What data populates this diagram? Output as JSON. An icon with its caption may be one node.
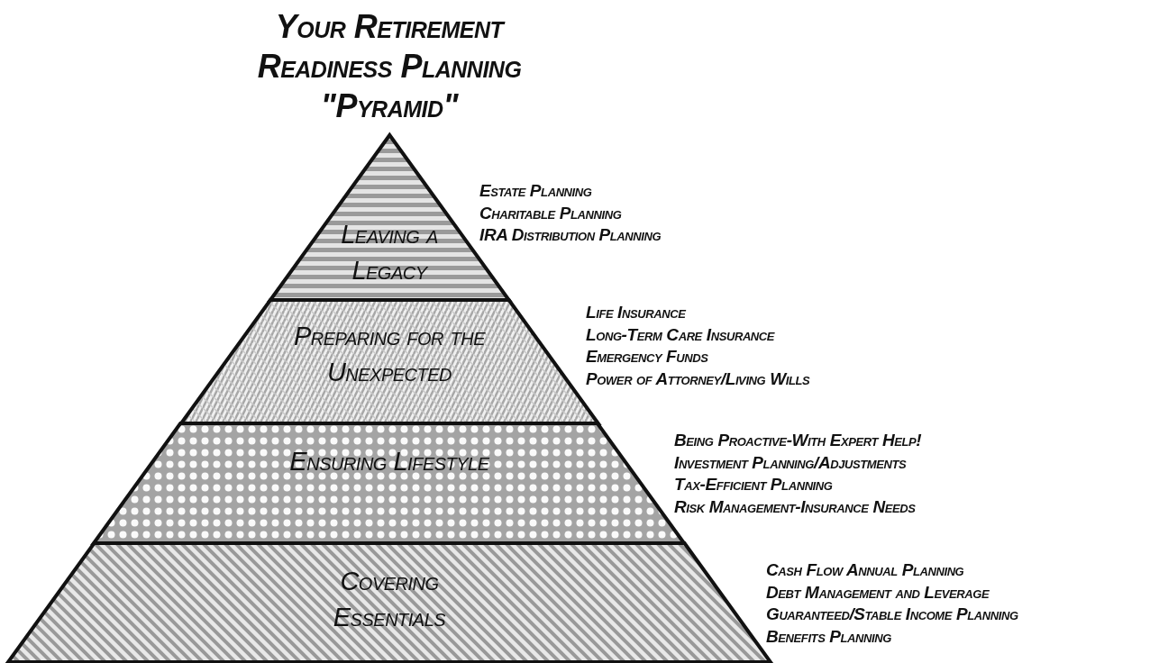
{
  "diagram": {
    "title": "Your Retirement Readiness Planning \"Pyramid\"",
    "nodes": [
      {
        "text": [
          "Leaving a Legacy"
        ],
        "beside": [
          "Estate Planning",
          "Charitable Planning",
          "IRA Distribution Planning"
        ]
      },
      {
        "text": [
          "Preparing for the Unexpected"
        ],
        "beside": [
          "Life Insurance",
          "Long-Term Care Insurance",
          "Emergency Funds",
          "Power of Attorney/Living Wills"
        ]
      },
      {
        "text": [
          "Ensuring Lifestyle"
        ],
        "beside": [
          "Being Proactive-With Expert Help!",
          "Investment Planning/Adjustments",
          "Tax-Efficient Planning",
          "Risk Management-Insurance Needs"
        ]
      },
      {
        "text": [
          "Covering Essentials"
        ],
        "beside": [
          "Cash Flow Annual Planning",
          "Debt Management and Leverage",
          "Guaranteed/Stable Income Planning",
          "Benefits Planning"
        ]
      }
    ]
  }
}
